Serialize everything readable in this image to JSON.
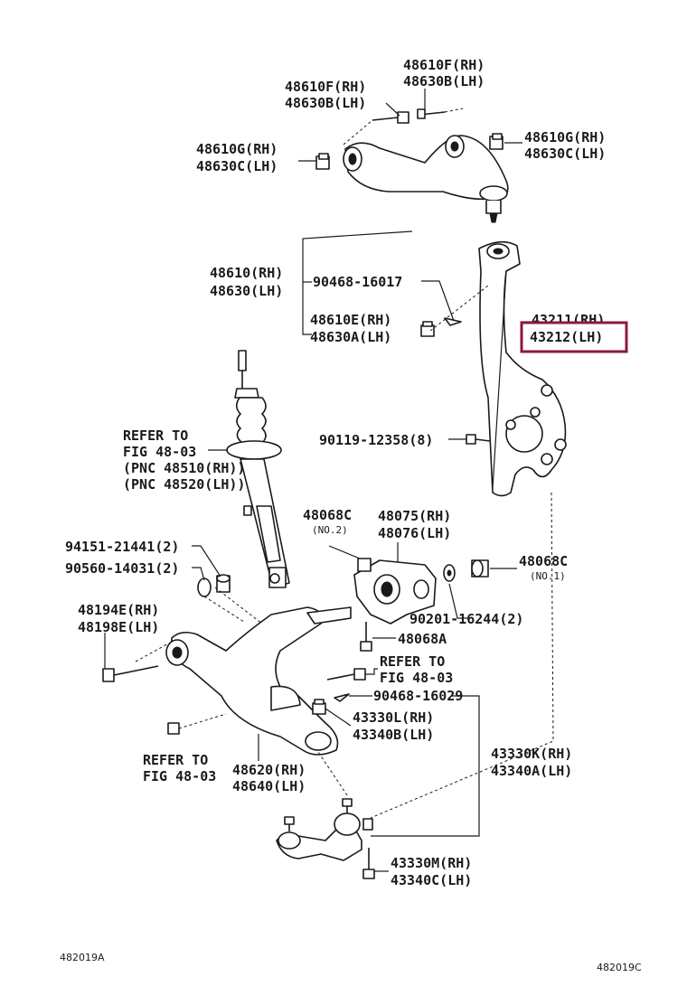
{
  "labels": {
    "l_48610F": "48610F(RH)",
    "l_48630B": "48630B(LH)",
    "l_48610F_b": "48610F(RH)",
    "l_48630B_b": "48630B(LH)",
    "l_48610G_l": "48610G(RH)",
    "l_48630C_l": "48630C(LH)",
    "l_48610G_r": "48610G(RH)",
    "l_48630C_r": "48630C(LH)",
    "l_48610": "48610(RH)",
    "l_48630": "48630(LH)",
    "l_90468_16017": "90468-16017",
    "l_48610E": "48610E(RH)",
    "l_48630A": "48630A(LH)",
    "l_43211": "43211(RH)",
    "l_43212": "43212(LH)",
    "l_refer1": "REFER TO",
    "l_fig1": "FIG 48-03",
    "l_pnc1": "(PNC 48510(RH))",
    "l_pnc2": "(PNC 48520(LH))",
    "l_90119": "90119-12358(8)",
    "l_48068C_a": "48068C",
    "l_no2": "(NO.2)",
    "l_48075": "48075(RH)",
    "l_48076": "48076(LH)",
    "l_94151": "94151-21441(2)",
    "l_90560": "90560-14031(2)",
    "l_48068C_b": "48068C",
    "l_no1": "(NO.1)",
    "l_48194E": "48194E(RH)",
    "l_48198E": "48198E(LH)",
    "l_90201": "90201-16244(2)",
    "l_48068A": "48068A",
    "l_refer2": "REFER TO",
    "l_fig2": "FIG 48-03",
    "l_90468_16029": "90468-16029",
    "l_43330L": "43330L(RH)",
    "l_43340B": "43340B(LH)",
    "l_refer3": "REFER TO",
    "l_fig3": "FIG 48-03",
    "l_48620": "48620(RH)",
    "l_48640": "48640(LH)",
    "l_43330K": "43330K(RH)",
    "l_43340A": "43340A(LH)",
    "l_43330M": "43330M(RH)",
    "l_43340C": "43340C(LH)",
    "code_left": "482019A",
    "code_right": "482019C"
  },
  "highlight_color": "#8b1a3a"
}
